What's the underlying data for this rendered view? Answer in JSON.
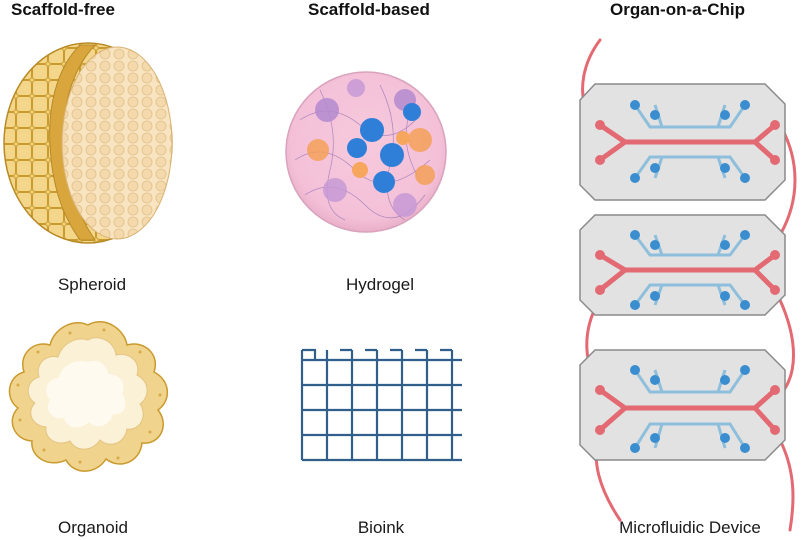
{
  "headings": {
    "scaffold_free": "Scaffold-free",
    "scaffold_based": "Scaffold-based",
    "organ_chip": "Organ-on-a-Chip"
  },
  "labels": {
    "spheroid": "Spheroid",
    "hydrogel": "Hydrogel",
    "organoid": "Organoid",
    "bioink": "Bioink",
    "microfluidic": "Microfluidic Device"
  },
  "colors": {
    "cell_fill": "#f3dba0",
    "cell_edge": "#c99a2e",
    "spheroid_core": "#f8e6c3",
    "hydrogel_bg": "#f4c6de",
    "bioink_line": "#2f5f8a",
    "chip_body": "#e2e2e2",
    "chip_edge": "#8a8a8a",
    "channel_red": "#e36a72",
    "channel_blue": "#8dbfdc",
    "port_blue": "#3a8ed0"
  }
}
